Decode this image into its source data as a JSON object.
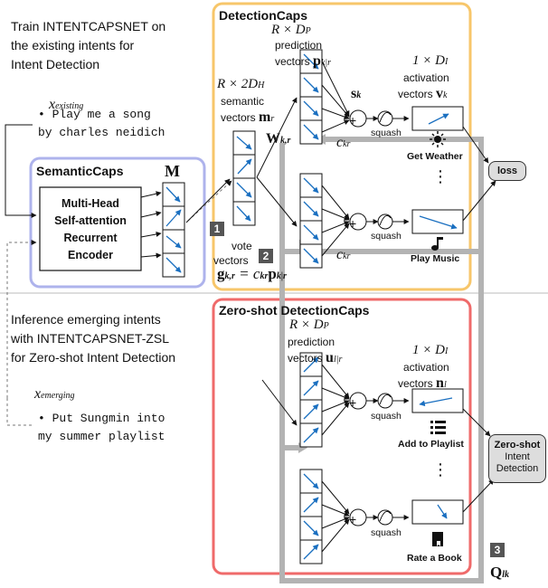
{
  "train_caption": [
    "Train INTENTCAPSNET on",
    "the existing intents for",
    "Intent Detection"
  ],
  "existing_label": "x",
  "existing_sub": "existing",
  "existing_example": [
    "• Play me a song",
    "by charles neidich"
  ],
  "inference_caption": [
    "Inference emerging intents",
    "with INTENTCAPSNET-ZSL",
    "for Zero-shot Intent Detection"
  ],
  "emerging_label": "x",
  "emerging_sub": "emerging",
  "emerging_example": [
    "• Put Sungmin into",
    "my summer playlist"
  ],
  "semantic_caps": {
    "title": "SemanticCaps",
    "encoder": [
      "Multi-Head",
      "Self-attention",
      "Recurrent",
      "Encoder"
    ],
    "matrix": "M"
  },
  "detection_caps": {
    "title": "DetectionCaps",
    "semantic_dim": "R × 2D",
    "semantic_dim_sub": "H",
    "semantic_vectors": [
      "semantic",
      "vectors"
    ],
    "semantic_sym": "m",
    "semantic_sym_sub": "r",
    "weight_sym": "W",
    "weight_sub": "k,r",
    "pred_dim": "R × D",
    "pred_dim_sub": "P",
    "pred_label": [
      "prediction",
      "vectors"
    ],
    "pred_sym": "p",
    "pred_sym_sub": "k|r",
    "sum_sym": "s",
    "sum_sub": "k",
    "coef_sym": "c",
    "coef_sub": "kr",
    "act_dim": "1 × D",
    "act_dim_sub": "I",
    "act_label": [
      "activation",
      "vectors"
    ],
    "act_sym": "v",
    "act_sub": "k",
    "squash": "squash",
    "intent_1": "Get Weather",
    "intent_2": "Play Music",
    "loss": "loss",
    "vote_label": [
      "vote",
      "vectors"
    ],
    "vote_formula": "g",
    "vote_formula_sub": "k,r",
    "vote_eq": " = c",
    "vote_eq_sub": "kr",
    "vote_p": "p",
    "vote_p_sub": "k|r"
  },
  "zero_shot": {
    "title": "Zero-shot DetectionCaps",
    "pred_dim": "R × D",
    "pred_dim_sub": "P",
    "pred_label": [
      "prediction",
      "vectors"
    ],
    "pred_sym": "u",
    "pred_sym_sub": "l|r",
    "act_dim": "1 × D",
    "act_dim_sub": "I",
    "act_label": [
      "activation",
      "vectors"
    ],
    "act_sym": "n",
    "act_sub": "l",
    "squash": "squash",
    "intent_1": "Add to Playlist",
    "intent_2": "Rate a Book",
    "output": [
      "Zero-shot",
      "Intent",
      "Detection"
    ],
    "q_sym": "Q",
    "q_sub": "lk"
  },
  "badges": [
    "1",
    "2",
    "3"
  ],
  "ellipsis": "⋮",
  "plus": "+",
  "colors": {
    "detection_border": "#f7c66a",
    "semantic_border": "#aeb3ec",
    "zero_shot_border": "#ef6a6a",
    "arrow_blue": "#1a6fc0",
    "gray_path": "#b0b0b0"
  },
  "icons": [
    "sun-icon",
    "music-note-icon",
    "list-icon",
    "book-icon"
  ]
}
